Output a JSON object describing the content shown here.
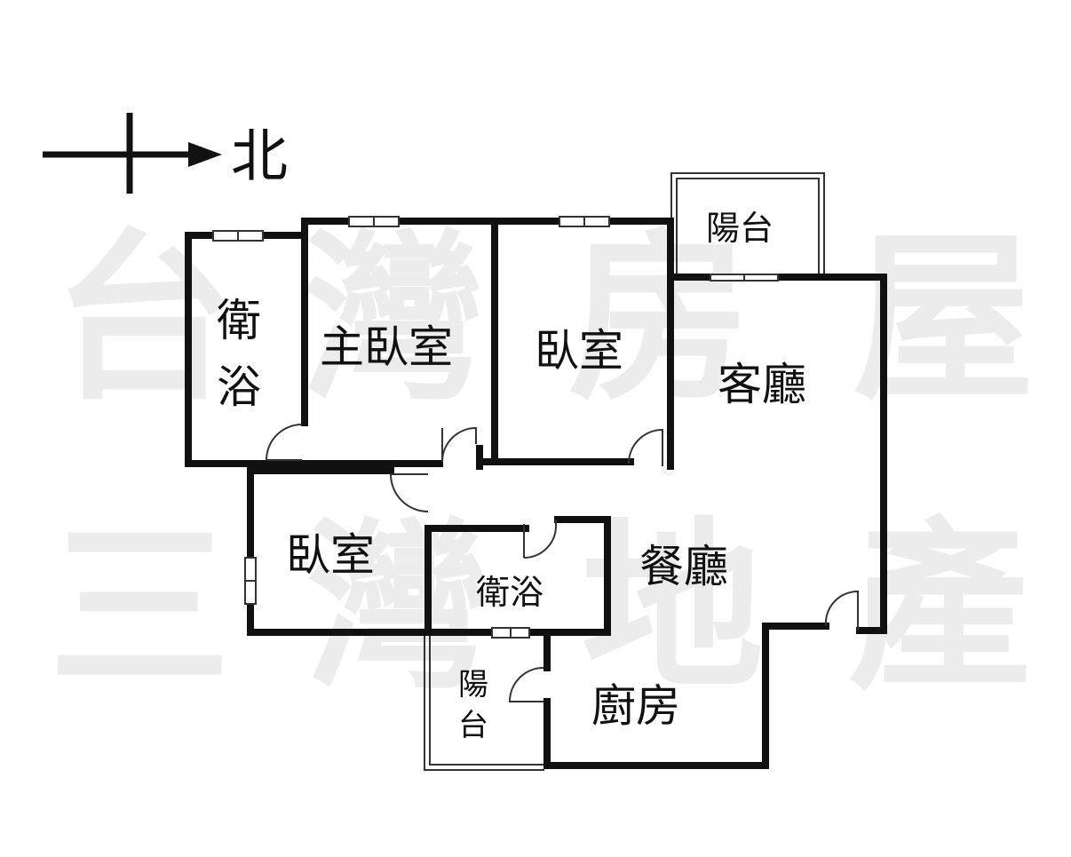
{
  "watermark": {
    "top": [
      "台",
      "灣",
      "房",
      "屋"
    ],
    "bottom": [
      "三",
      "灣",
      "地",
      "產"
    ]
  },
  "compass": {
    "label": "北"
  },
  "rooms": {
    "bath_master": [
      "衛",
      "浴"
    ],
    "master_bedroom": "主臥室",
    "bedroom_1": "臥室",
    "balcony_top": "陽台",
    "living_room": "客廳",
    "bedroom_2": "臥室",
    "bath_2": "衛浴",
    "dining_room": "餐廳",
    "balcony_bottom": [
      "陽",
      "台"
    ],
    "kitchen": "廚房"
  }
}
